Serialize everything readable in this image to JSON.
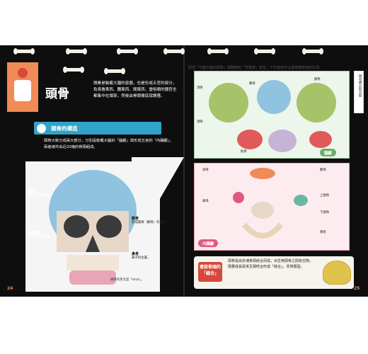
{
  "left": {
    "title": "頭骨",
    "intro": "頭骨是裝載大腦的容器，也是形成五官的部分，負責看東西、聽東西、聞東西，當咀嚼的器官全都集中在頭部，然後由骨頭徹底保護著。",
    "section": "頭骨的構造",
    "body": "頭骨大致分成兩大部分，分別是裝載大腦的「腦顱」與形成五官的「內臟顱」，兩者總共由近20塊的骨頭組成。",
    "labels": {
      "parietal_title": "頂骨",
      "parietal_desc": "形成大腦的骨骼。",
      "temporal_title": "內臟顱",
      "temporal_desc": "形成五官的骨骼。",
      "nasal_title": "顴骨",
      "nasal_desc": "形成臉頰（顴骨）的骨骼。",
      "nose_title": "鼻骨",
      "nose_desc": "鼻子的位置。"
    },
    "caption": "頭骨的英文是「skull」。",
    "page": "24"
  },
  "right": {
    "header": "頭頂「守護大腦的頭骨」相關用的「穹隆骨」部位，下方有個可以讓脊髓穿過的孔洞。",
    "side_tab": "頭骨構造與功能",
    "green_tag": "腦顱",
    "green_labels": [
      "頂骨",
      "頂骨",
      "蝶骨",
      "額骨",
      "枕骨"
    ],
    "pink_tag": "內臟顱",
    "pink_labels": [
      "淚骨",
      "鼻骨",
      "顴骨",
      "上頷骨",
      "下頷骨",
      "顎骨"
    ],
    "bottom_label": "連接骨頭的「縫合」",
    "bottom_text": "頭骨是由多塊骨頭結合而成，出生時頭骨之間有空隙，隨著成長逐漸互相咬合形成「縫合」，非常穩固。",
    "page": "25"
  }
}
